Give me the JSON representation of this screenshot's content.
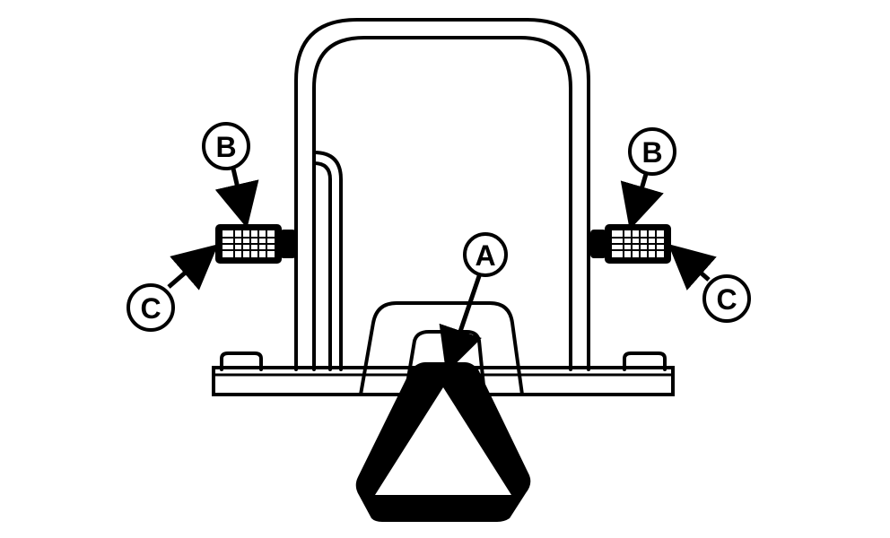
{
  "colors": {
    "ink": "#000000",
    "paper": "#ffffff"
  },
  "callouts": [
    {
      "id": "callout-a",
      "label": "A"
    },
    {
      "id": "callout-b-left",
      "label": "B"
    },
    {
      "id": "callout-b-right",
      "label": "B"
    },
    {
      "id": "callout-c-left",
      "label": "C"
    },
    {
      "id": "callout-c-right",
      "label": "C"
    }
  ]
}
